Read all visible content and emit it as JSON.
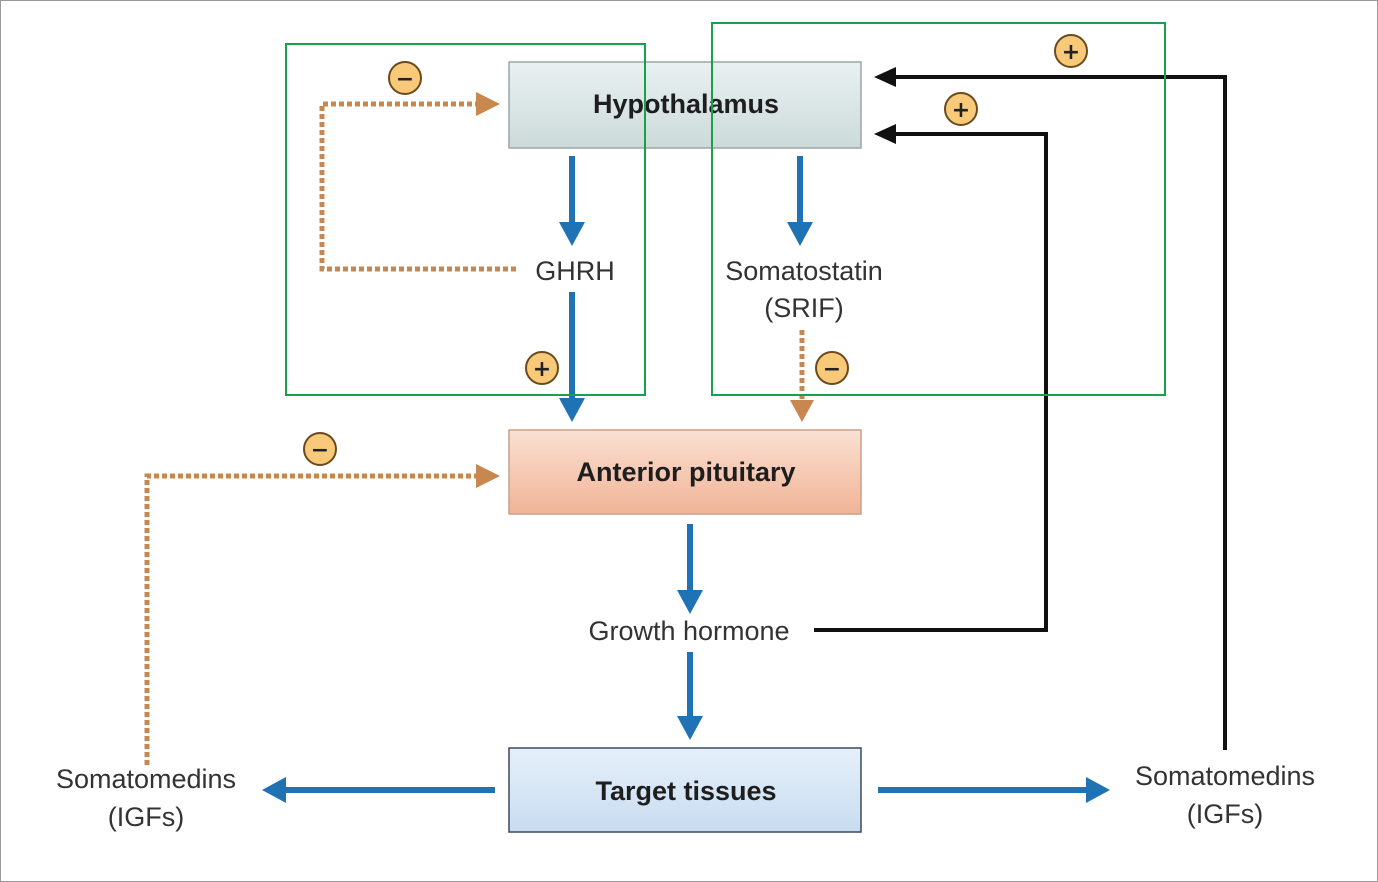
{
  "nodes": {
    "hypothalamus": "Hypothalamus",
    "anterior_pituitary": "Anterior pituitary",
    "target_tissues": "Target tissues",
    "ghrh": "GHRH",
    "somatostatin": "Somatostatin",
    "srif": "(SRIF)",
    "growth_hormone": "Growth hormone",
    "somatomedins_left": "Somatomedins",
    "igfs_left": "(IGFs)",
    "somatomedins_right": "Somatomedins",
    "igfs_right": "(IGFs)"
  },
  "signs": {
    "plus": "+",
    "minus": "−"
  },
  "colors": {
    "stimulatory_arrow": "#1f73b4",
    "inhibitory_dashed": "#c8874e",
    "feedback_line": "#111111",
    "badge_fill": "#f9c97a",
    "badge_stroke": "#6b4a1e",
    "highlight_box": "#1aa04a",
    "hypothalamus_fill": "#d9e6e6",
    "pituitary_fill": "#f4c2aa",
    "target_fill": "#d4e5f5"
  }
}
